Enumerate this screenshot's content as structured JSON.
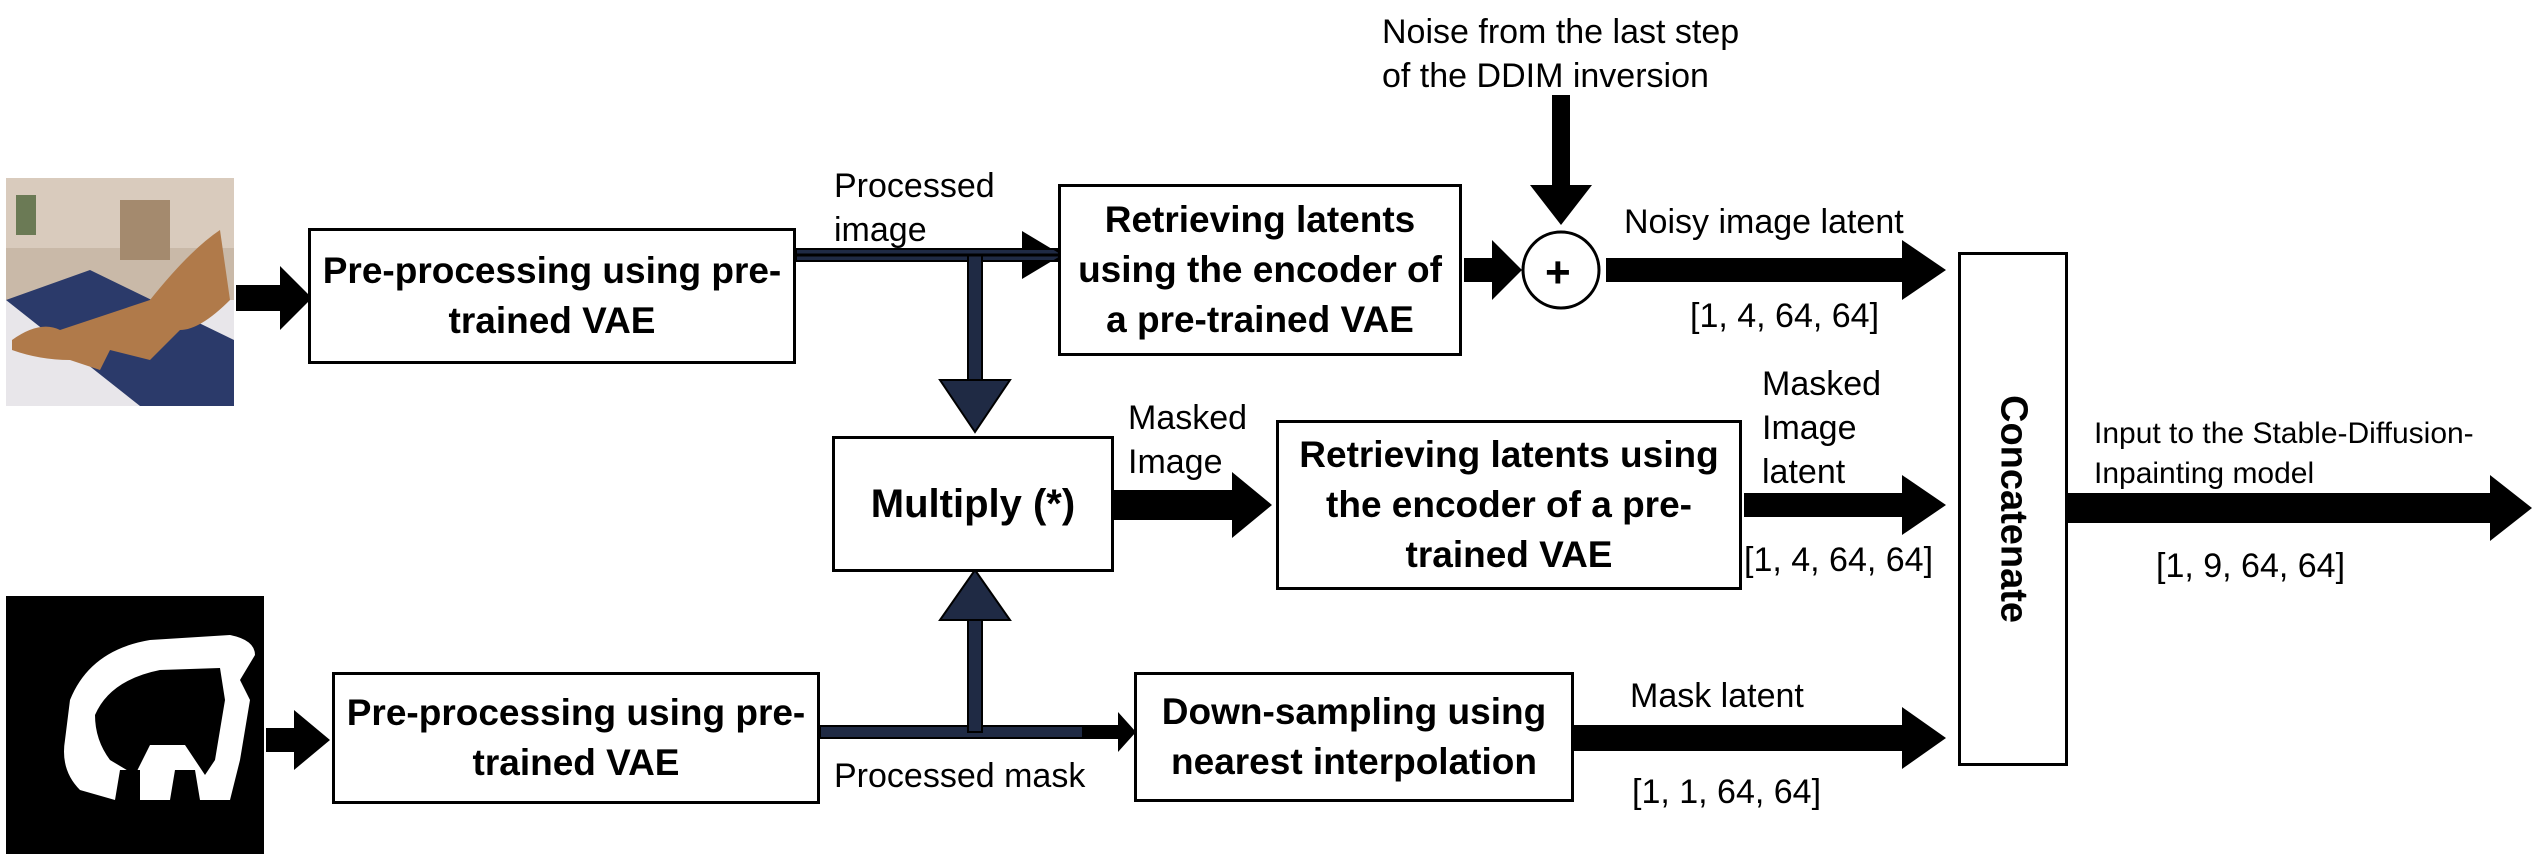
{
  "boxes": {
    "preprocess_image": "Pre-processing using pre-trained VAE",
    "encoder_top": "Retrieving latents using the encoder of a pre-trained VAE",
    "multiply": "Multiply (*)",
    "encoder_middle": "Retrieving latents using the encoder of a pre-trained VAE",
    "preprocess_mask": "Pre-processing using pre-trained VAE",
    "downsample": "Down-sampling using nearest interpolation",
    "concatenate": "Concatenate"
  },
  "operators": {
    "add": "+"
  },
  "labels": {
    "noise_line1": "Noise from the last step",
    "noise_line2": "of the DDIM inversion",
    "processed_image_line1": "Processed",
    "processed_image_line2": "image",
    "noisy_latent": "Noisy image latent",
    "noisy_shape": "[1, 4, 64, 64]",
    "masked_image_line1": "Masked",
    "masked_image_line2": "Image",
    "masked_latent_line1": "Masked",
    "masked_latent_line2": "Image",
    "masked_latent_line3": "latent",
    "masked_shape": "[1, 4, 64, 64]",
    "processed_mask": "Processed mask",
    "mask_latent": "Mask latent",
    "mask_shape": "[1, 1, 64, 64]",
    "output_line1": "Input to the Stable-Diffusion-",
    "output_line2": "Inpainting model",
    "output_shape": "[1, 9, 64, 64]"
  },
  "colors": {
    "line": "#000000",
    "path_fill": "#1f2a44",
    "photo_bg": "#c9b9a8",
    "cat": "#b07a4a"
  }
}
